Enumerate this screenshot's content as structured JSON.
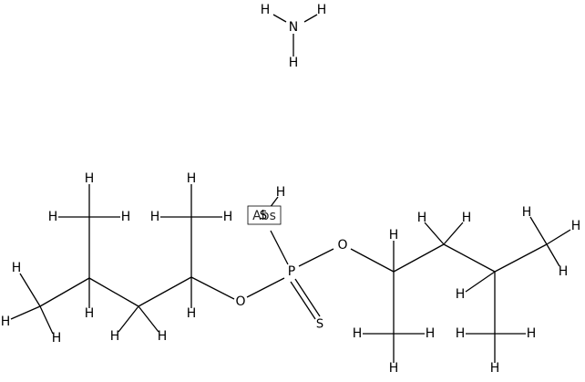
{
  "molecule": {
    "bond_color": "#000000",
    "background": "#ffffff",
    "ammonia": {
      "H": "H",
      "N": "N"
    },
    "atoms": {
      "H": "H",
      "O": "O",
      "P": "P",
      "S": "S",
      "Abs": "Abs"
    }
  }
}
